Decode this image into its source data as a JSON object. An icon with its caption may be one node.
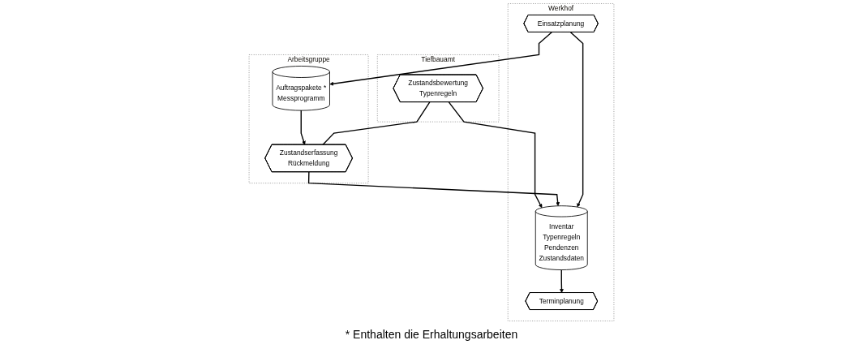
{
  "diagram": {
    "nodes": [
      {
        "text": [
          "Tiefbauamt"
        ]
      },
      {
        "text": [
          "Zustandsbewertung",
          "Typenregeln"
        ],
        "in": 0
      },
      {
        "text": [
          "Werkhof"
        ]
      },
      {
        "text": [
          "Inventar",
          "Typenregeln",
          "Pendenzen",
          "Zustandsdaten"
        ],
        "in": 2
      },
      {
        "text": [
          "Terminplanung"
        ],
        "in": 2
      },
      {
        "text": [
          "Einsatzplanung"
        ],
        "in": 2
      },
      {
        "text": [
          "Arbeitsgruppe"
        ]
      },
      {
        "text": [
          "Auftragspakete *",
          "Messprogramm"
        ],
        "in": 6
      },
      {
        "text": [
          "Zustandserfassung",
          "Rückmeldung"
        ],
        "in": 6
      }
    ],
    "edges": [
      {
        "from": 1,
        "to": 3,
        "arrow": "to"
      },
      {
        "from": 3,
        "to": 4,
        "arrow": "to"
      },
      {
        "from": 8,
        "to": 3,
        "arrow": "to"
      },
      {
        "from": 5,
        "to": 3,
        "arrow": "to"
      },
      {
        "from": 5,
        "to": 7,
        "arrow": "to"
      },
      {
        "from": 7,
        "to": 8,
        "arrow": "to"
      },
      {
        "from": 8,
        "to": 1,
        "arrow": "none"
      }
    ],
    "labels": [
      "* Enthalten die Erhaltungsarbeiten"
    ]
  }
}
